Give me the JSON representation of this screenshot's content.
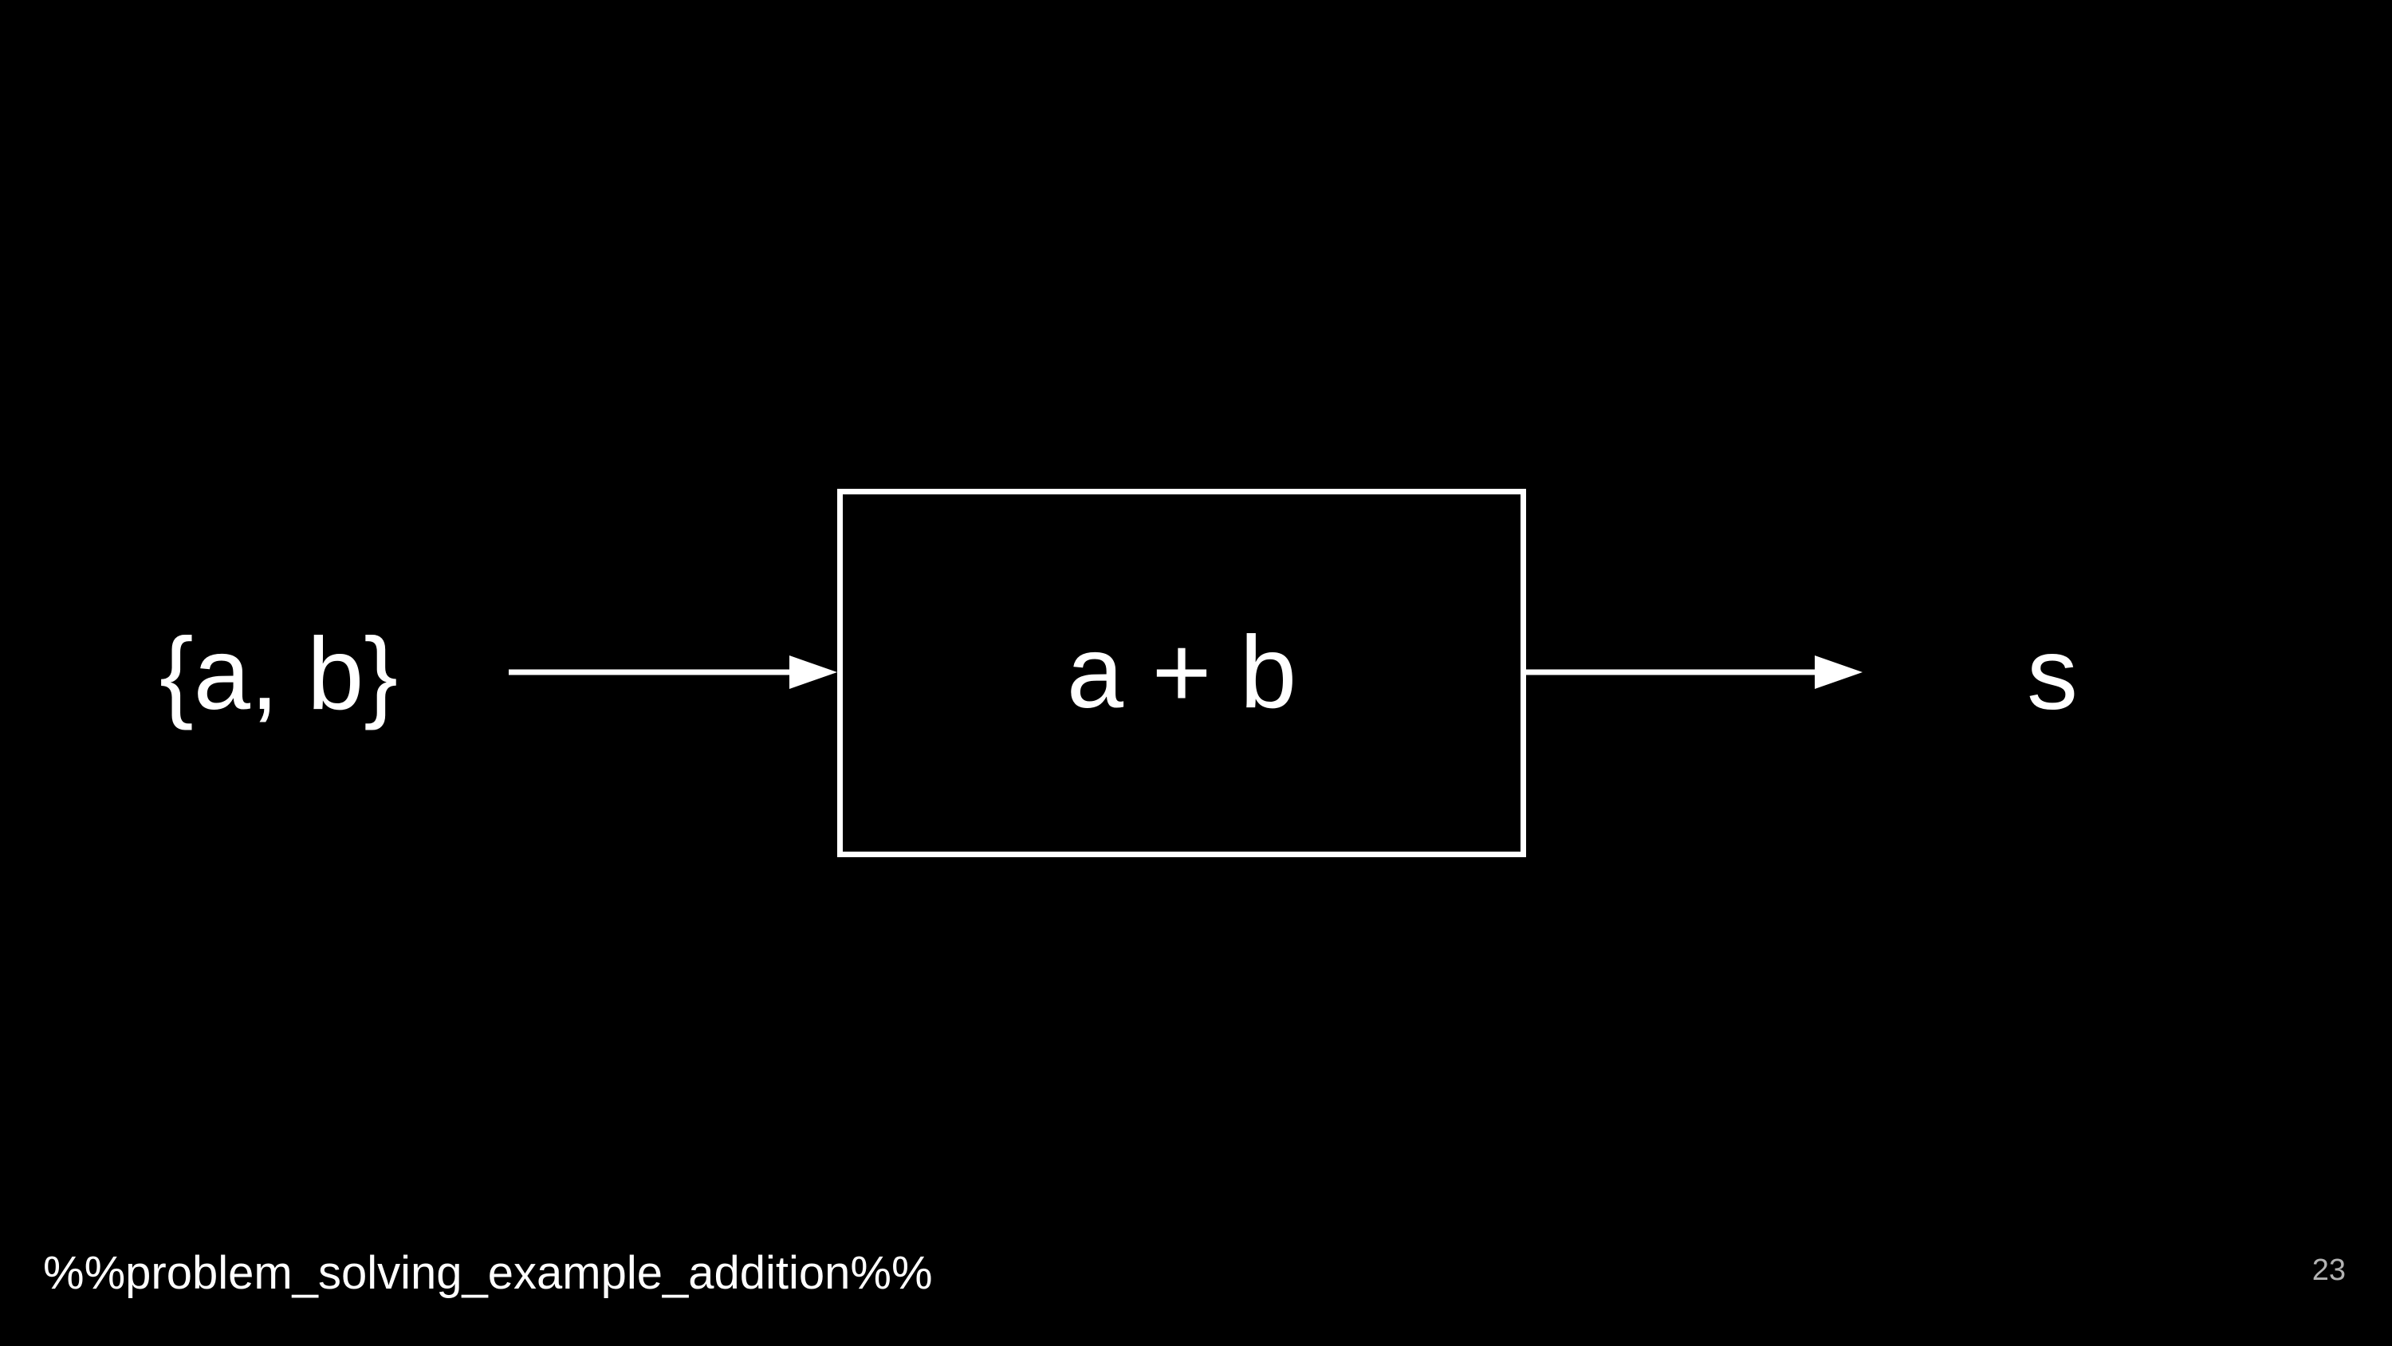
{
  "diagram": {
    "input_label": "{a, b}",
    "process_label": "a + b",
    "output_label": "s"
  },
  "footer": {
    "note": "%%problem_solving_example_addition%%",
    "slide_number": "23"
  },
  "colors": {
    "background": "#000000",
    "foreground": "#ffffff",
    "slide_number": "#b3b3b3"
  }
}
